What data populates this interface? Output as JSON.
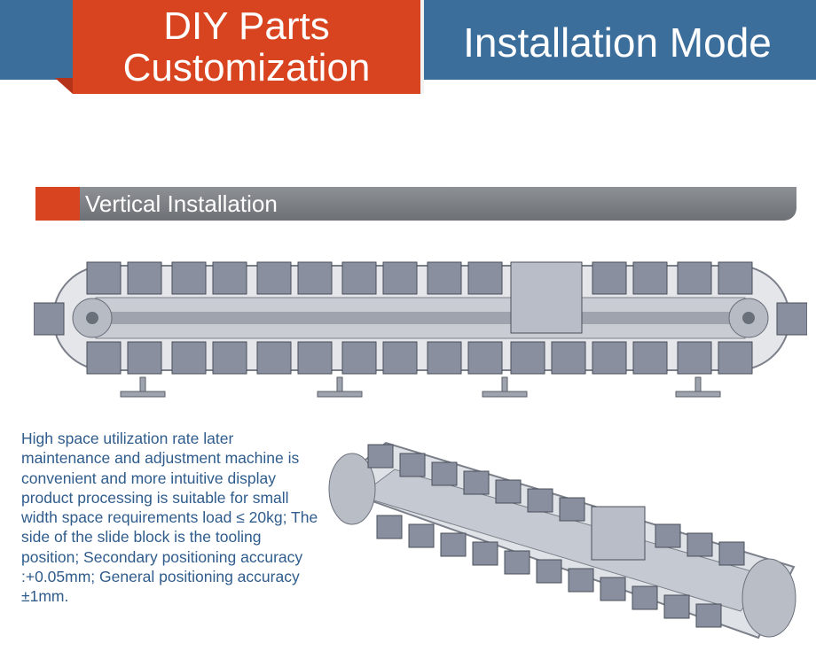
{
  "header": {
    "customization_line1": "DIY Parts",
    "customization_line2": "Customization",
    "mode_title": "Installation Mode"
  },
  "section": {
    "title": "Vertical Installation"
  },
  "description": "High space utilization rate later maintenance and adjustment machine is convenient and more intuitive display product processing is suitable for small width space requirements load ≤ 20kg; The side of the slide block is the tooling position; Secondary positioning accuracy :+0.05mm; General positioning accuracy ±1mm.",
  "colors": {
    "header_red": "#d8441f",
    "header_blue": "#3c6e9b",
    "section_gray": "#7a7d82",
    "text_blue": "#2f5c8c"
  }
}
